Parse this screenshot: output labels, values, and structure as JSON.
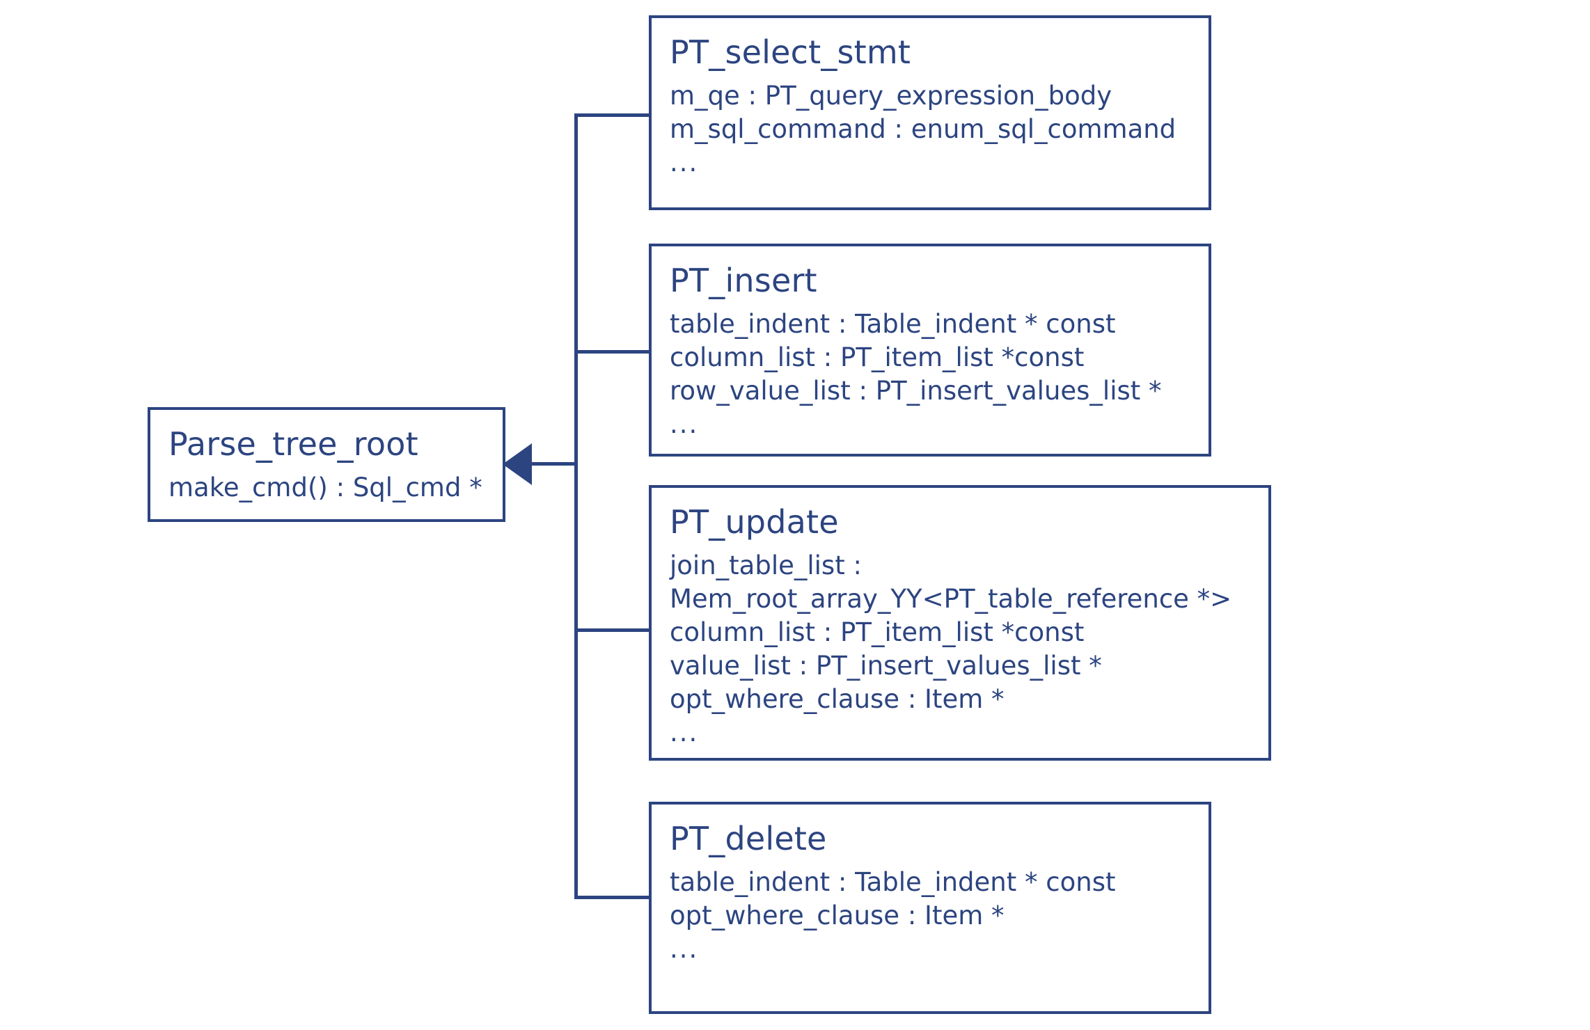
{
  "diagram": {
    "type": "uml-class-inheritance",
    "accent_color": "#2C4480",
    "background_color": "#FFFFFF",
    "base_class": {
      "name": "Parse_tree_root",
      "members": [
        "make_cmd() : Sql_cmd *"
      ]
    },
    "derived_classes": [
      {
        "name": "PT_select_stmt",
        "members": [
          "m_qe : PT_query_expression_body",
          "m_sql_command : enum_sql_command",
          "..."
        ]
      },
      {
        "name": "PT_insert",
        "members": [
          "table_indent : Table_indent * const",
          "column_list : PT_item_list *const",
          "row_value_list : PT_insert_values_list *",
          "..."
        ]
      },
      {
        "name": "PT_update",
        "members": [
          "join_table_list :",
          "Mem_root_array_YY<PT_table_reference *>",
          "column_list : PT_item_list *const",
          "value_list : PT_insert_values_list *",
          "opt_where_clause : Item *",
          "..."
        ]
      },
      {
        "name": "PT_delete",
        "members": [
          "table_indent : Table_indent * const",
          "opt_where_clause : Item *",
          "..."
        ]
      }
    ],
    "relationship": {
      "kind": "generalization",
      "arrow": "solid-filled-triangle",
      "direction": "derived-to-base"
    }
  }
}
